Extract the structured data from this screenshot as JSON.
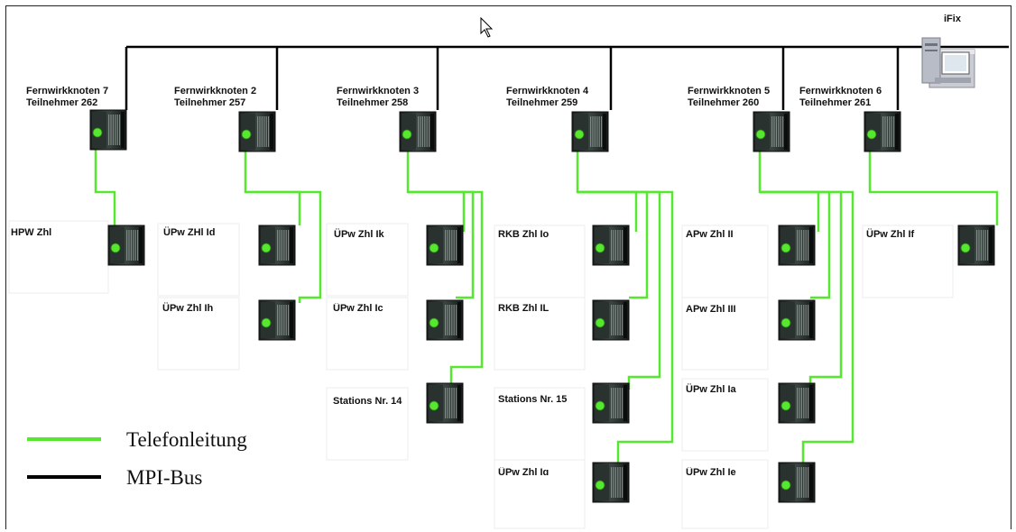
{
  "bus_legend": {
    "telefon_label": "Telefonleitung",
    "mpi_label": "MPI-Bus",
    "telefon_color": "#55e82f",
    "mpi_color": "#000000"
  },
  "pc": {
    "label": "iFix",
    "icon": "workstation-pc-icon"
  },
  "nodes": [
    {
      "line1": "Fernwirkknoten 7",
      "line2": "Teilnehmer 262"
    },
    {
      "line1": "Fernwirkknoten 2",
      "line2": "Teilnehmer 257"
    },
    {
      "line1": "Fernwirkknoten 3",
      "line2": "Teilnehmer 258"
    },
    {
      "line1": "Fernwirkknoten 4",
      "line2": "Teilnehmer 259"
    },
    {
      "line1": "Fernwirkknoten 5",
      "line2": "Teilnehmer 260"
    },
    {
      "line1": "Fernwirkknoten 6",
      "line2": "Teilnehmer 261"
    }
  ],
  "stations": [
    "HPW Zhl",
    "ÜPw ZHl Id",
    "ÜPw Zhl Ih",
    "ÜPw Zhl Ik",
    "ÜPw Zhl Ic",
    "Stations Nr. 14",
    "RKB Zhl Io",
    "RKB Zhl IL",
    "Stations Nr. 15",
    "ÜPw Zhl Ig",
    "APw Zhl II",
    "APw Zhl III",
    "ÜPw Zhl Ia",
    "ÜPw Zhl Ie",
    "ÜPw Zhl If"
  ]
}
